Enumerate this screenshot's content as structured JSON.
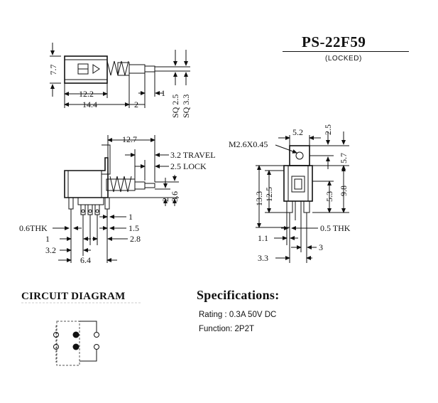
{
  "header": {
    "model": "PS-22F59",
    "variant": "(LOCKED)"
  },
  "top_view": {
    "dims": [
      "7.7",
      "12.2",
      "14.4",
      "2",
      "1",
      "SQ 2.5",
      "SQ 3.3"
    ]
  },
  "side_view": {
    "dims": [
      "12.7",
      "3.2 TRAVEL",
      "2.5 LOCK",
      "2",
      "3.6",
      "1",
      "0.6THK",
      "1.5",
      "1",
      "2.8",
      "3.2",
      "6.4"
    ]
  },
  "end_view": {
    "dims": [
      "5.2",
      "2.5",
      "M2.6X0.45",
      "5.7",
      "13.3",
      "12.5",
      "9.8",
      "5.3",
      "1.1",
      "0.5 THK",
      "3",
      "3.3"
    ]
  },
  "circuit": {
    "heading": "CIRCUIT DIAGRAM"
  },
  "specs": {
    "heading": "Specifications:",
    "rating": "Rating : 0.3A 50V DC",
    "function": "Function: 2P2T"
  }
}
